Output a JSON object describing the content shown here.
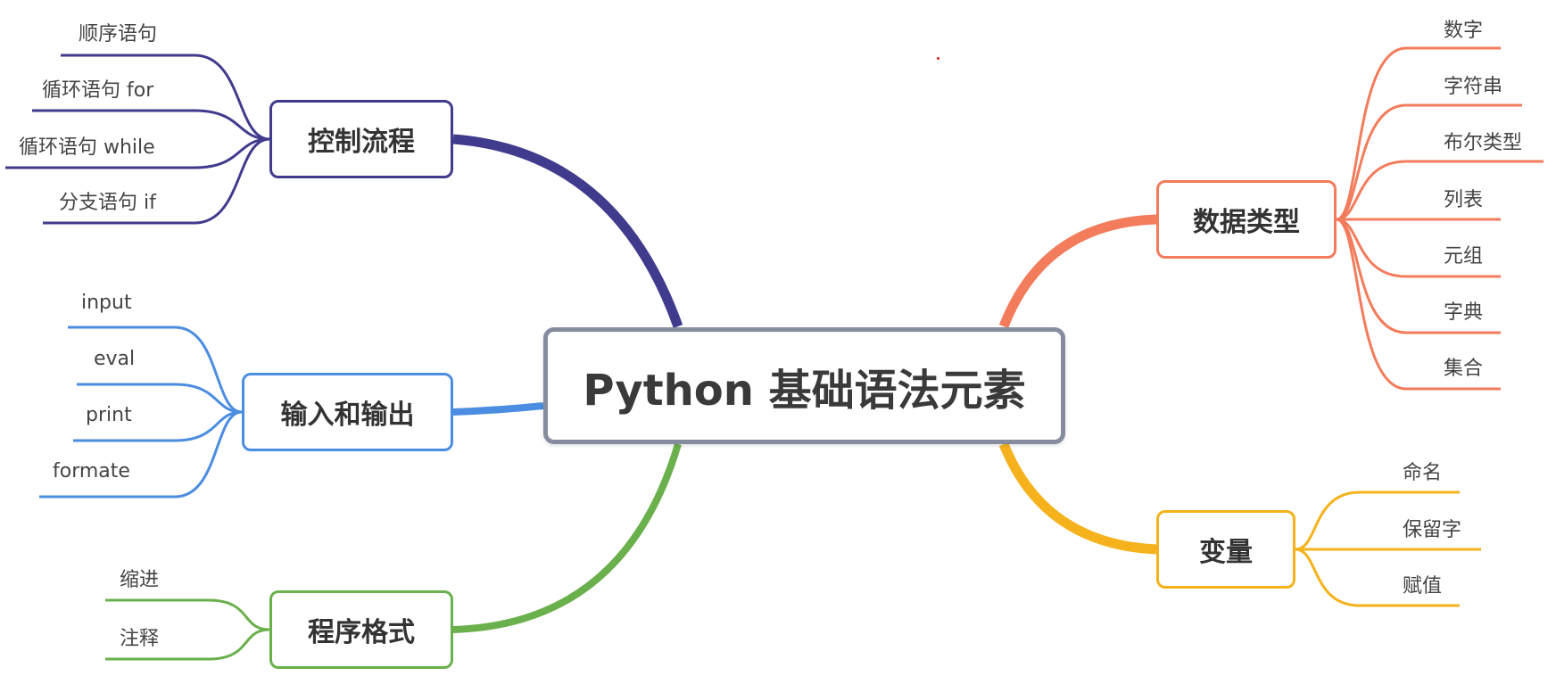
{
  "colors": {
    "control": "#403b8c",
    "io": "#4b8de0",
    "format": "#6ab04c",
    "datatypes": "#f27c5c",
    "variables": "#f5b21c",
    "central_border": "#858c9e"
  },
  "root": {
    "label": "Python 基础语法元素"
  },
  "branches": {
    "control": {
      "label": "控制流程",
      "children": [
        "顺序语句",
        "循环语句 for",
        "循环语句 while",
        "分支语句 if"
      ]
    },
    "io": {
      "label": "输入和输出",
      "children": [
        "input",
        "eval",
        "print",
        "formate"
      ]
    },
    "format": {
      "label": "程序格式",
      "children": [
        "缩进",
        "注释"
      ]
    },
    "datatypes": {
      "label": "数据类型",
      "children": [
        "数字",
        "字符串",
        "布尔类型",
        "列表",
        "元组",
        "字典",
        "集合"
      ]
    },
    "variables": {
      "label": "变量",
      "children": [
        "命名",
        "保留字",
        "赋值"
      ]
    }
  }
}
